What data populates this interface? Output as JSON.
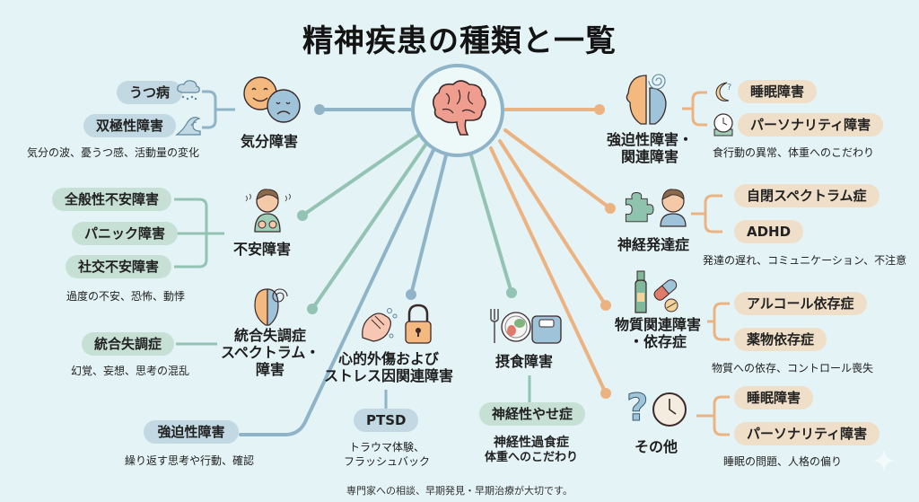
{
  "title": "精神疾患の種類と一覧",
  "colors": {
    "background": "#e4f3f5",
    "blue_line": "#8fb4c8",
    "green_line": "#93c3b3",
    "orange_line": "#ecb382",
    "pill_blue": "#c2d9e3",
    "pill_green": "#c7e0d6",
    "pill_tan": "#efdfc9",
    "brain": "#ee9d8f"
  },
  "center": {
    "icon": "brain-icon"
  },
  "categories": {
    "mood": {
      "label": "気分障害",
      "icon": "happy-sad-faces-icon",
      "items": [
        {
          "label": "うつ病",
          "icon": "rain-cloud-icon"
        },
        {
          "label": "双極性障害",
          "icon": "wave-icon"
        }
      ],
      "description": "気分の波、憂うつ感、活動量の変化"
    },
    "anxiety": {
      "label": "不安障害",
      "icon": "anxious-person-icon",
      "items": [
        {
          "label": "全般性不安障害"
        },
        {
          "label": "パニック障害"
        },
        {
          "label": "社交不安障害"
        }
      ],
      "description": "過度の不安、恐怖、動悸"
    },
    "schizophrenia": {
      "label_line1": "統合失調症",
      "label_line2": "スペクトラム・",
      "label_line3": "障害",
      "icon": "split-face-spiral-icon",
      "items": [
        {
          "label": "統合失調症"
        }
      ],
      "description": "幻覚、妄想、思考の混乱"
    },
    "ocd_left": {
      "items": [
        {
          "label": "強迫性障害"
        }
      ],
      "description": "繰り返す思考や行動、確認"
    },
    "trauma": {
      "label_line1": "心的外傷および",
      "label_line2": "ストレス因関連障害",
      "icon": "washing-hands-lock-icon",
      "items": [
        {
          "label": "PTSD"
        }
      ],
      "description_line1": "トラウマ体験、",
      "description_line2": "フラッシュバック"
    },
    "eating": {
      "label": "摂食障害",
      "icon": "plate-scale-icon",
      "items": [
        {
          "label": "神経性やせ症"
        }
      ],
      "description_line1": "神経性過食症",
      "description_line2": "体重へのこだわり"
    },
    "ocd_related": {
      "label_line1": "強迫性障害・",
      "label_line2": "関連障害",
      "icon": "two-faces-spiral-icon",
      "items": [
        {
          "label": "睡眠障害",
          "icon": "moon-question-icon"
        },
        {
          "label": "パーソナリティ障害",
          "icon": "clock-icon"
        }
      ],
      "description": "食行動の異常、体重へのこだわり"
    },
    "neurodev": {
      "label": "神経発達症",
      "icon": "puzzle-child-icon",
      "items": [
        {
          "label": "自閉スペクトラム症"
        },
        {
          "label": "ADHD"
        }
      ],
      "description": "発達の遅れ、コミュニケーション、不注意"
    },
    "substance": {
      "label_line1": "物質関連障害",
      "label_line2": "・依存症",
      "icon": "bottle-pills-icon",
      "items": [
        {
          "label": "アルコール依存症"
        },
        {
          "label": "薬物依存症"
        }
      ],
      "description": "物質への依存、コントロール喪失"
    },
    "other": {
      "label": "その他",
      "icon": "question-clock-icon",
      "items": [
        {
          "label": "睡眠障害"
        },
        {
          "label": "パーソナリティ障害"
        }
      ],
      "description": "睡眠の問題、人格の偏り"
    }
  },
  "footer": "専門家への相談、早期発見・早期治療が大切です。"
}
